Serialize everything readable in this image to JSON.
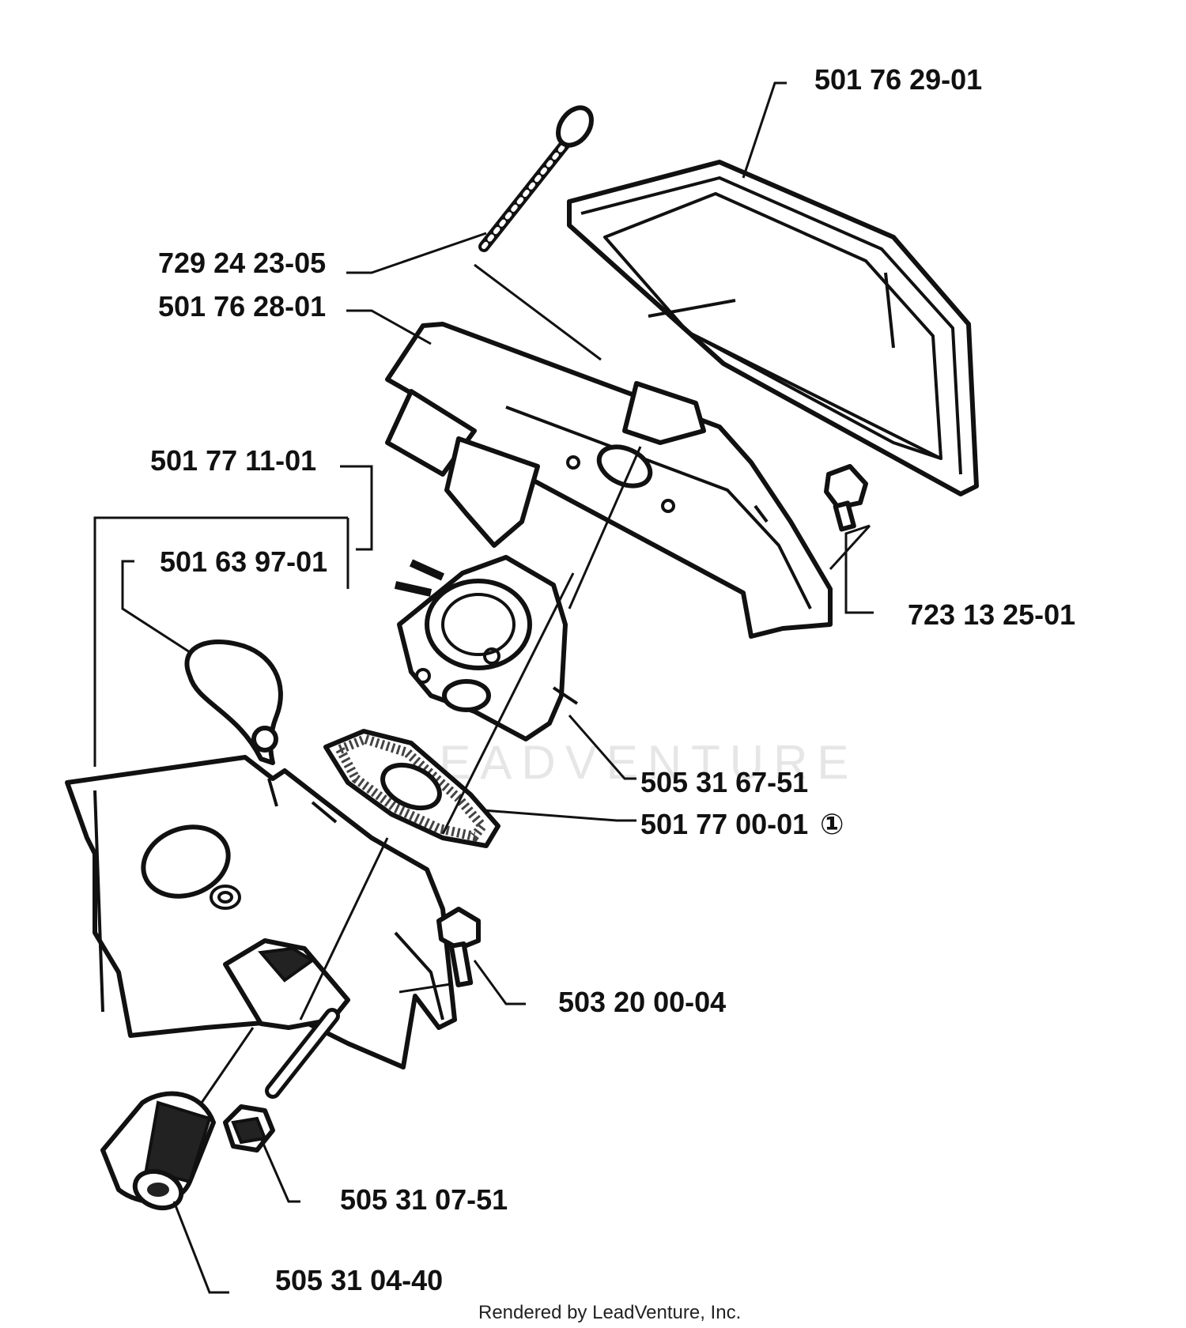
{
  "labels": {
    "lbl_501762901": "501 76 29-01",
    "lbl_729242305": "729 24 23-05",
    "lbl_501762801": "501 76 28-01",
    "lbl_501771101": "501 77 11-01",
    "lbl_501639701": "501 63 97-01",
    "lbl_723132501": "723 13 25-01",
    "lbl_505316751": "505 31 67-51",
    "lbl_501770001": "501 77 00-01",
    "lbl_503200004": "503 20 00-04",
    "lbl_505310751": "505 31 07-51",
    "lbl_505310440": "505 31 04-40"
  },
  "note_symbol": "①",
  "watermark": "LEADVENTURE",
  "footer": "Rendered by LeadVenture, Inc."
}
